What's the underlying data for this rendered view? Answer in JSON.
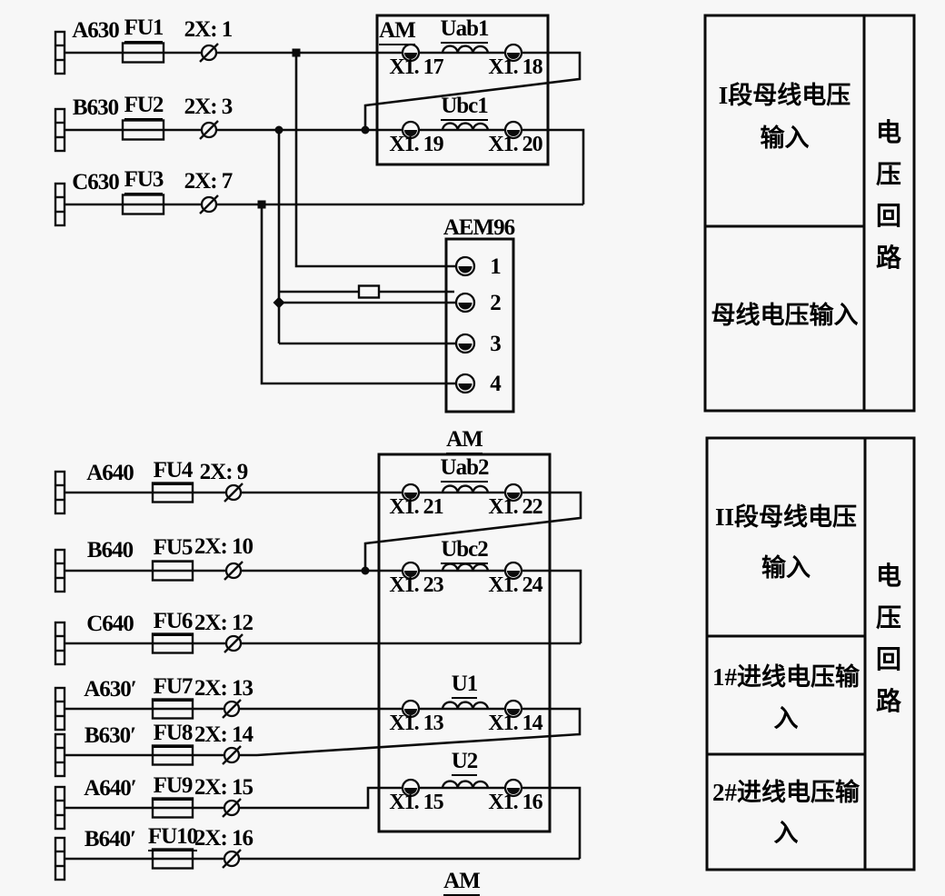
{
  "schematic": {
    "feeders_top": [
      {
        "phase": "A630",
        "fuse": "FU1",
        "terminal": "2X: 1"
      },
      {
        "phase": "B630",
        "fuse": "FU2",
        "terminal": "2X: 3"
      },
      {
        "phase": "C630",
        "fuse": "FU3",
        "terminal": "2X: 7"
      }
    ],
    "feeders_bottom": [
      {
        "phase": "A640",
        "fuse": "FU4",
        "terminal": "2X: 9"
      },
      {
        "phase": "B640",
        "fuse": "FU5",
        "terminal": "2X: 10"
      },
      {
        "phase": "C640",
        "fuse": "FU6",
        "terminal": "2X: 12"
      },
      {
        "phase": "A630′",
        "fuse": "FU7",
        "terminal": "2X: 13"
      },
      {
        "phase": "B630′",
        "fuse": "FU8",
        "terminal": "2X: 14"
      },
      {
        "phase": "A640′",
        "fuse": "FU9",
        "terminal": "2X: 15"
      },
      {
        "phase": "B640′",
        "fuse": "FU10",
        "terminal": "2X: 16"
      }
    ],
    "module_top": {
      "name": "AM",
      "coils": [
        {
          "name": "Uab1",
          "left": "X1. 17",
          "right": "X1. 18"
        },
        {
          "name": "Ubc1",
          "left": "X1. 19",
          "right": "X1. 20"
        }
      ]
    },
    "connector": {
      "name": "AEM96",
      "pins": [
        "1",
        "2",
        "3",
        "4"
      ]
    },
    "module_bottom": {
      "name_above": "AM",
      "name_below": "AM",
      "coils": [
        {
          "name": "Uab2",
          "left": "X1. 21",
          "right": "X1. 22"
        },
        {
          "name": "Ubc2",
          "left": "X1. 23",
          "right": "X1. 24"
        },
        {
          "name": "U1",
          "left": "X1. 13",
          "right": "X1. 14"
        },
        {
          "name": "U2",
          "left": "X1. 15",
          "right": "X1. 16"
        }
      ]
    }
  },
  "legend_top": {
    "rows": [
      {
        "line1": "I段母线电压",
        "line2": "输入"
      },
      {
        "line1": "母线电压输入",
        "line2": ""
      }
    ],
    "side": "电压回路"
  },
  "legend_bottom": {
    "rows": [
      {
        "line1": "II段母线电压",
        "line2": "输入"
      },
      {
        "line1": "1#进线电压输",
        "line2": "入"
      },
      {
        "line1": "2#进线电压输",
        "line2": "入"
      }
    ],
    "side": "电压回路"
  },
  "colors": {
    "line": "#0b0b0b",
    "paper": "#f7f7f7"
  }
}
